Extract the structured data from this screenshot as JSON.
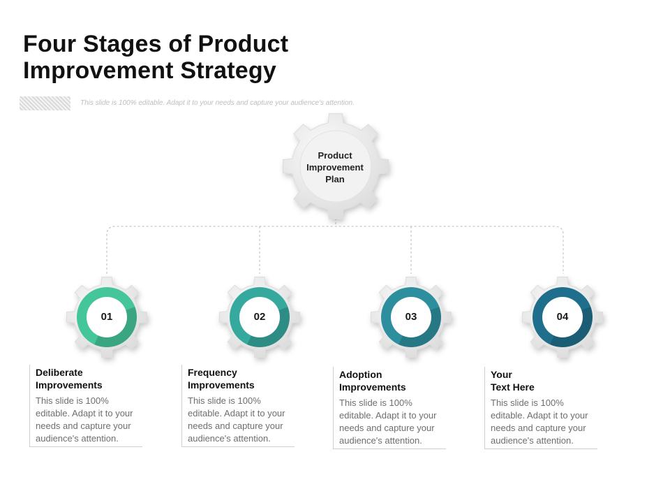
{
  "slide": {
    "title": "Four Stages of Product\nImprovement Strategy",
    "subtitle": "This slide is 100% editable. Adapt it to your needs and capture your audience's attention."
  },
  "center": {
    "label": "Product\nImprovement\nPlan",
    "icon": "gear-icon"
  },
  "stages": [
    {
      "number": "01",
      "title": "Deliberate\nImprovements",
      "body": "This slide is 100% editable. Adapt it to your needs and capture your audience's attention.",
      "color": "#45c59a"
    },
    {
      "number": "02",
      "title": "Frequency\nImprovements",
      "body": "This slide is 100% editable. Adapt it to your needs and capture your audience's attention.",
      "color": "#36a99e"
    },
    {
      "number": "03",
      "title": "Adoption\nImprovements",
      "body": "This slide is 100% editable. Adapt it to your needs and capture your audience's attention.",
      "color": "#2d8f9e"
    },
    {
      "number": "04",
      "title": "Your\nText Here",
      "body": "This slide is 100% editable. Adapt it to your needs and capture your audience's attention.",
      "color": "#1f6f8c"
    }
  ],
  "colors": {
    "gear": "#e8e8e8",
    "connector": "#b9b9b9",
    "title_text": "#111111",
    "body_text": "#6e6e6e"
  }
}
